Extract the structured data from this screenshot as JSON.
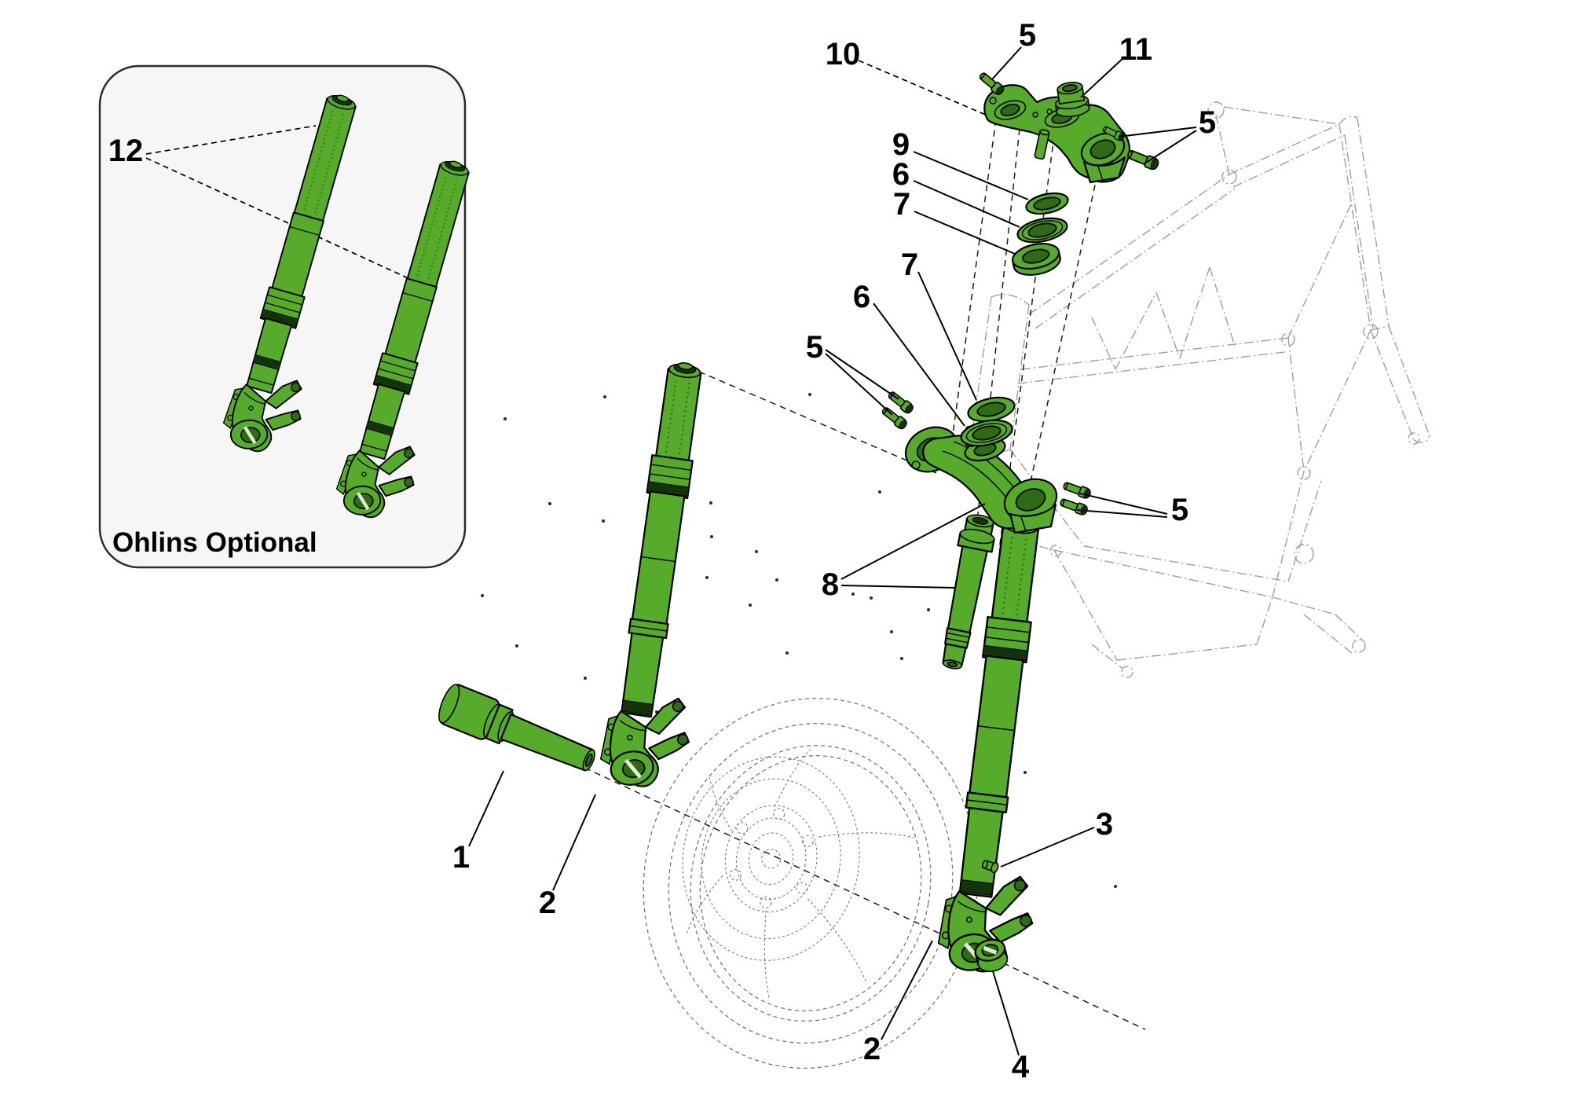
{
  "inset": {
    "caption": "Ohlins Optional"
  },
  "callouts": [
    {
      "id": "callout-12",
      "text": "12"
    },
    {
      "id": "callout-10",
      "text": "10"
    },
    {
      "id": "callout-5-top",
      "text": "5"
    },
    {
      "id": "callout-11",
      "text": "11"
    },
    {
      "id": "callout-5-upper-right",
      "text": "5"
    },
    {
      "id": "callout-9",
      "text": "9"
    },
    {
      "id": "callout-6-upper",
      "text": "6"
    },
    {
      "id": "callout-7-upper",
      "text": "7"
    },
    {
      "id": "callout-7-mid",
      "text": "7"
    },
    {
      "id": "callout-6-mid",
      "text": "6"
    },
    {
      "id": "callout-5-mid-left",
      "text": "5"
    },
    {
      "id": "callout-5-mid-right",
      "text": "5"
    },
    {
      "id": "callout-8",
      "text": "8"
    },
    {
      "id": "callout-3",
      "text": "3"
    },
    {
      "id": "callout-1",
      "text": "1"
    },
    {
      "id": "callout-2-left",
      "text": "2"
    },
    {
      "id": "callout-2-right",
      "text": "2"
    },
    {
      "id": "callout-4",
      "text": "4"
    }
  ],
  "colors": {
    "background": "#ffffff",
    "part_green": "#56ac2a",
    "part_green_dark": "#2f6a14",
    "part_green_deep": "#14330a",
    "outline": "#000000",
    "ghost_frame": "#9aa0a6",
    "ghost_wheel": "#6e6e6e",
    "inset_background": "#f6f6f6",
    "inset_border": "#2b2b2b",
    "label": "#000000"
  }
}
